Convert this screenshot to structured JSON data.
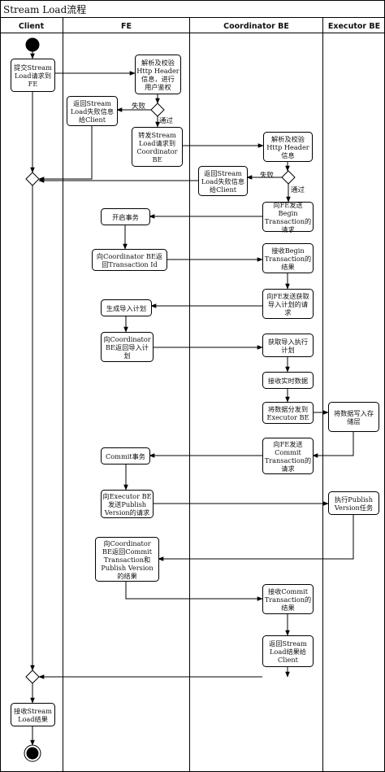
{
  "title": "Stream Load流程",
  "lanes": [
    "Client",
    "FE",
    "Coordinator BE",
    "Executor BE"
  ],
  "nodes": {
    "c1": "提交Stream\nLoad请求到\nFE",
    "c2": "接收Stream\nLoad结果",
    "f1": "解析及校验\nHttp Header\n信息，进行\n用户鉴权",
    "f2": "返回Stream\nLoad失败信息\n给Client",
    "f3": "转发Stream\nLoad请求到\nCoordinator\nBE",
    "f4": "开启事务",
    "f5": "向Coordinator BE返\n回Transaction Id",
    "f6": "生成导入计划",
    "f7": "向Coordinator\nBE返回导入计\n划",
    "f8": "Commit事务",
    "f9": "向Executor BE\n发送Publish\nVersion的请求",
    "f10": "向Coordinator\nBE返回Commit\nTransaction和\nPublish Version\n的结果",
    "b1": "解析及校验\nHttp Header\n信息",
    "b2": "返回Stream\nLoad失败信息\n给Client",
    "b3": "向FE发送Begin\nTransaction的\n请求",
    "b4": "接收Begin\nTransaction的\n结果",
    "b5": "向FE发送获取\n导入计划的请\n求",
    "b6": "获取导入执行\n计划",
    "b7": "接收实时数据",
    "b8": "将数据分发到\nExecutor BE",
    "b9": "向FE发送\nCommit\nTransaction的\n请求",
    "b10": "接收Commit\nTransaction的\n结果",
    "b11": "返回Stream\nLoad结果给\nClient",
    "e1": "将数据写入存\n储层",
    "e2": "执行Publish\nVersion任务"
  },
  "edge_labels": {
    "fail_fe": "失败",
    "pass_fe": "通过",
    "fail_be": "失败",
    "pass_be": "通过"
  }
}
